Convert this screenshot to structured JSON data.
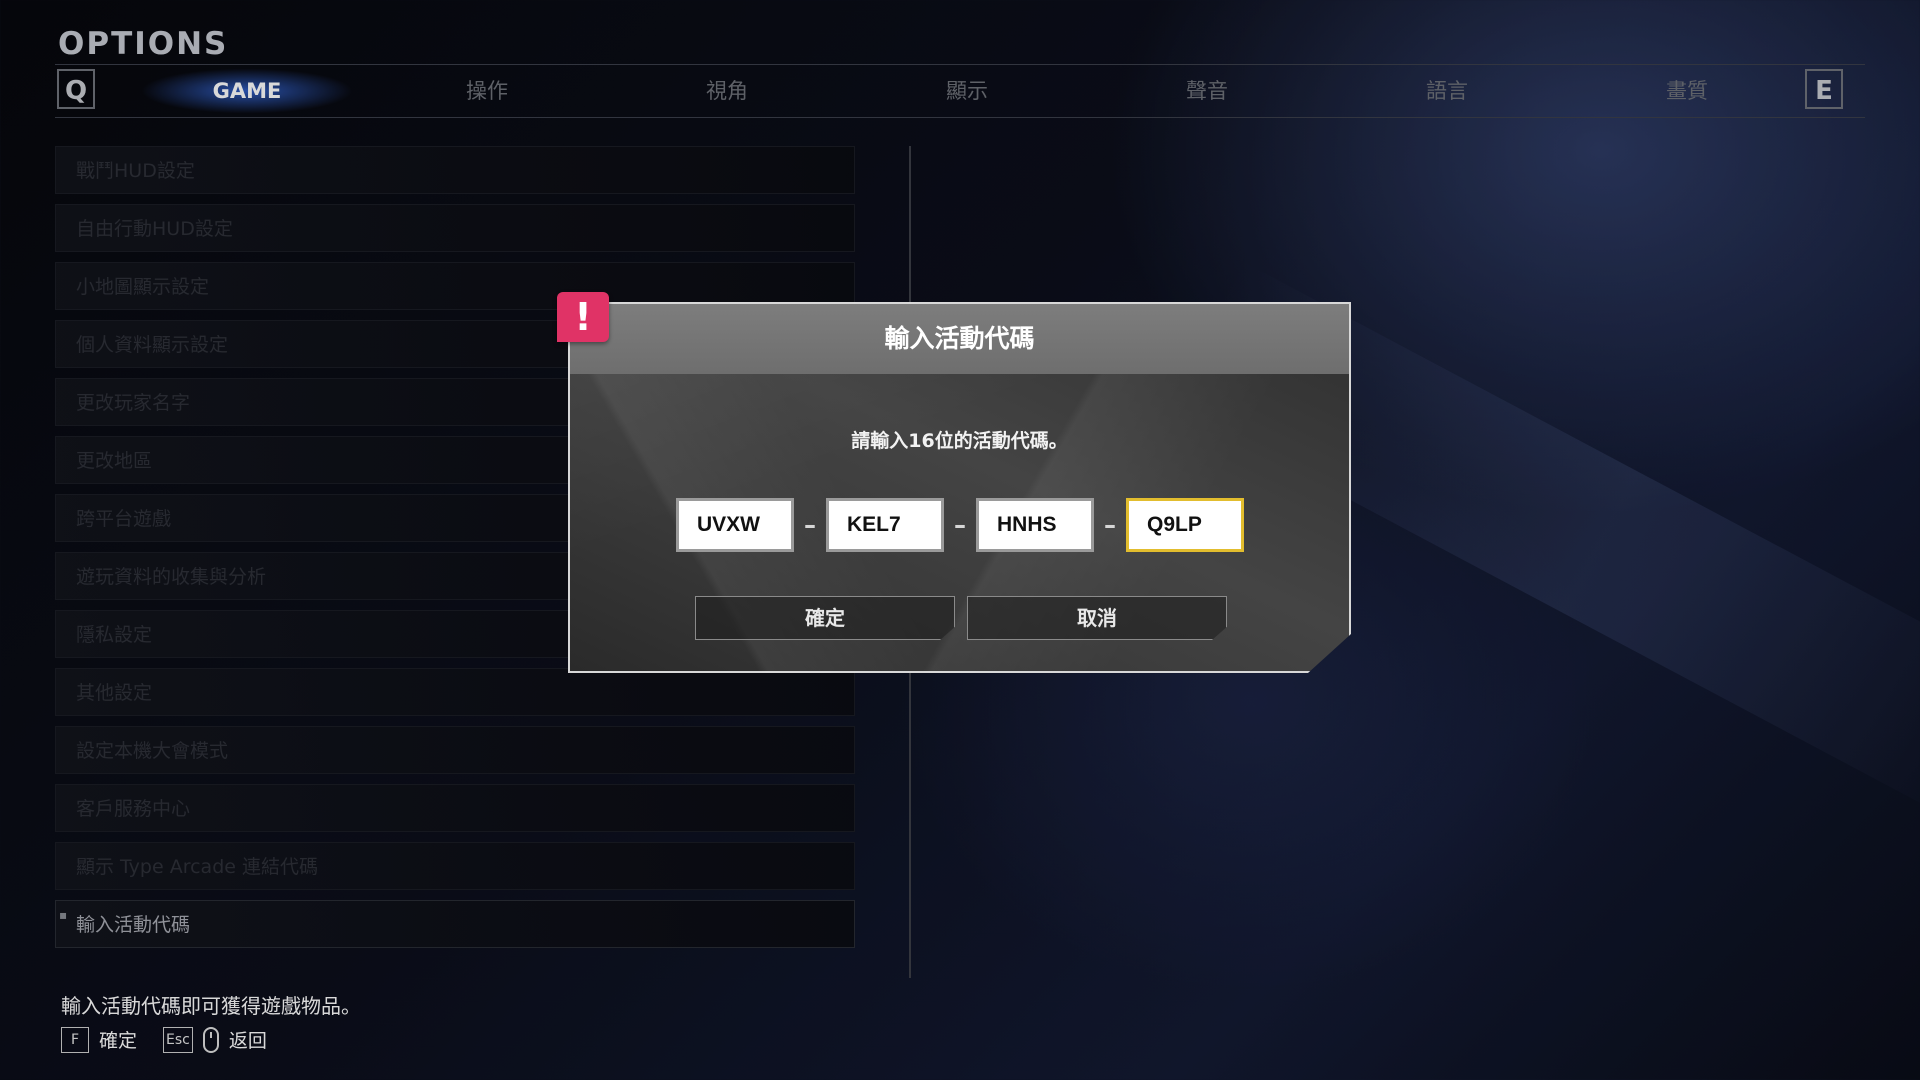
{
  "page": {
    "title": "OPTIONS"
  },
  "tabs": {
    "prev_key": "Q",
    "next_key": "E",
    "items": [
      {
        "label": "GAME",
        "active": true
      },
      {
        "label": "操作"
      },
      {
        "label": "視角"
      },
      {
        "label": "顯示"
      },
      {
        "label": "聲音"
      },
      {
        "label": "語言"
      },
      {
        "label": "畫質"
      }
    ]
  },
  "menu": {
    "items": [
      "戰鬥HUD設定",
      "自由行動HUD設定",
      "小地圖顯示設定",
      "個人資料顯示設定",
      "更改玩家名字",
      "更改地區",
      "跨平台遊戲",
      "遊玩資料的收集與分析",
      "隱私設定",
      "其他設定",
      "設定本機大會模式",
      "客戶服務中心",
      "顯示 Type Arcade 連結代碼",
      "輸入活動代碼"
    ],
    "selected_index": 13
  },
  "footer": {
    "description": "輸入活動代碼即可獲得遊戲物品。",
    "confirm_key": "F",
    "confirm_label": "確定",
    "back_key": "Esc",
    "back_label": "返回"
  },
  "dialog": {
    "alert_symbol": "!",
    "title": "輸入活動代碼",
    "message": "請輸入16位的活動代碼。",
    "codes": [
      "UVXW",
      "KEL7",
      "HNHS",
      "Q9LP"
    ],
    "focused_code_index": 3,
    "separator": "–",
    "confirm_label": "確定",
    "cancel_label": "取消"
  },
  "colors": {
    "accent_focus": "#e2bd2e",
    "alert": "#e03366",
    "tab_active_glow": "#3c78ff"
  }
}
